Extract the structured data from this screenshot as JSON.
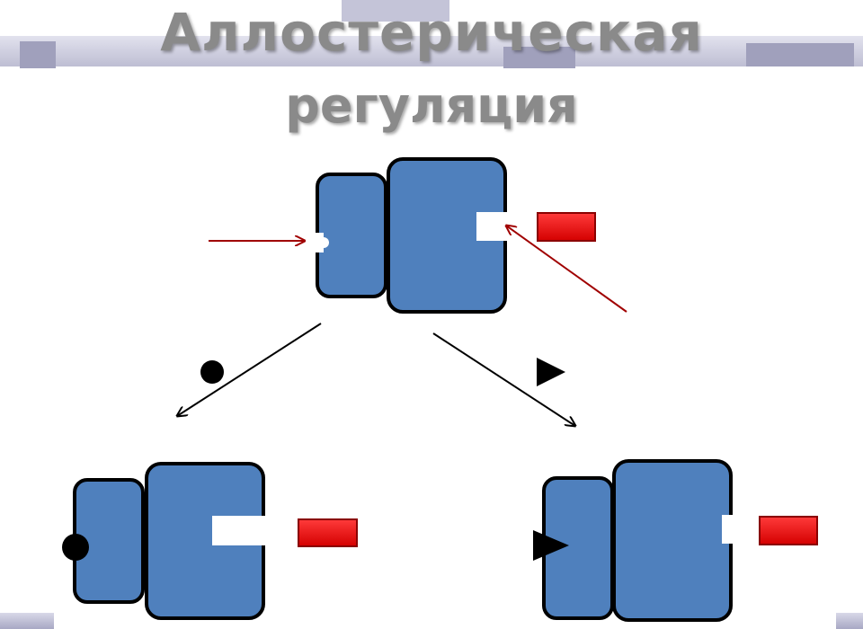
{
  "title": {
    "line1": "Аллостерическая",
    "line2": "регуляция"
  },
  "colors": {
    "enzyme": "#4f80bd",
    "enzyme_stroke": "#000000",
    "substrate": "#ee1c1c",
    "substrate_stroke": "#9a0a0a",
    "pointer_arrow": "#a00000",
    "reaction_arrow": "#000000",
    "title_text": "#8a8a8a",
    "decor_bar": "#b8b8d0"
  },
  "icons": {
    "activator": "circle",
    "inhibitor": "triangle"
  }
}
